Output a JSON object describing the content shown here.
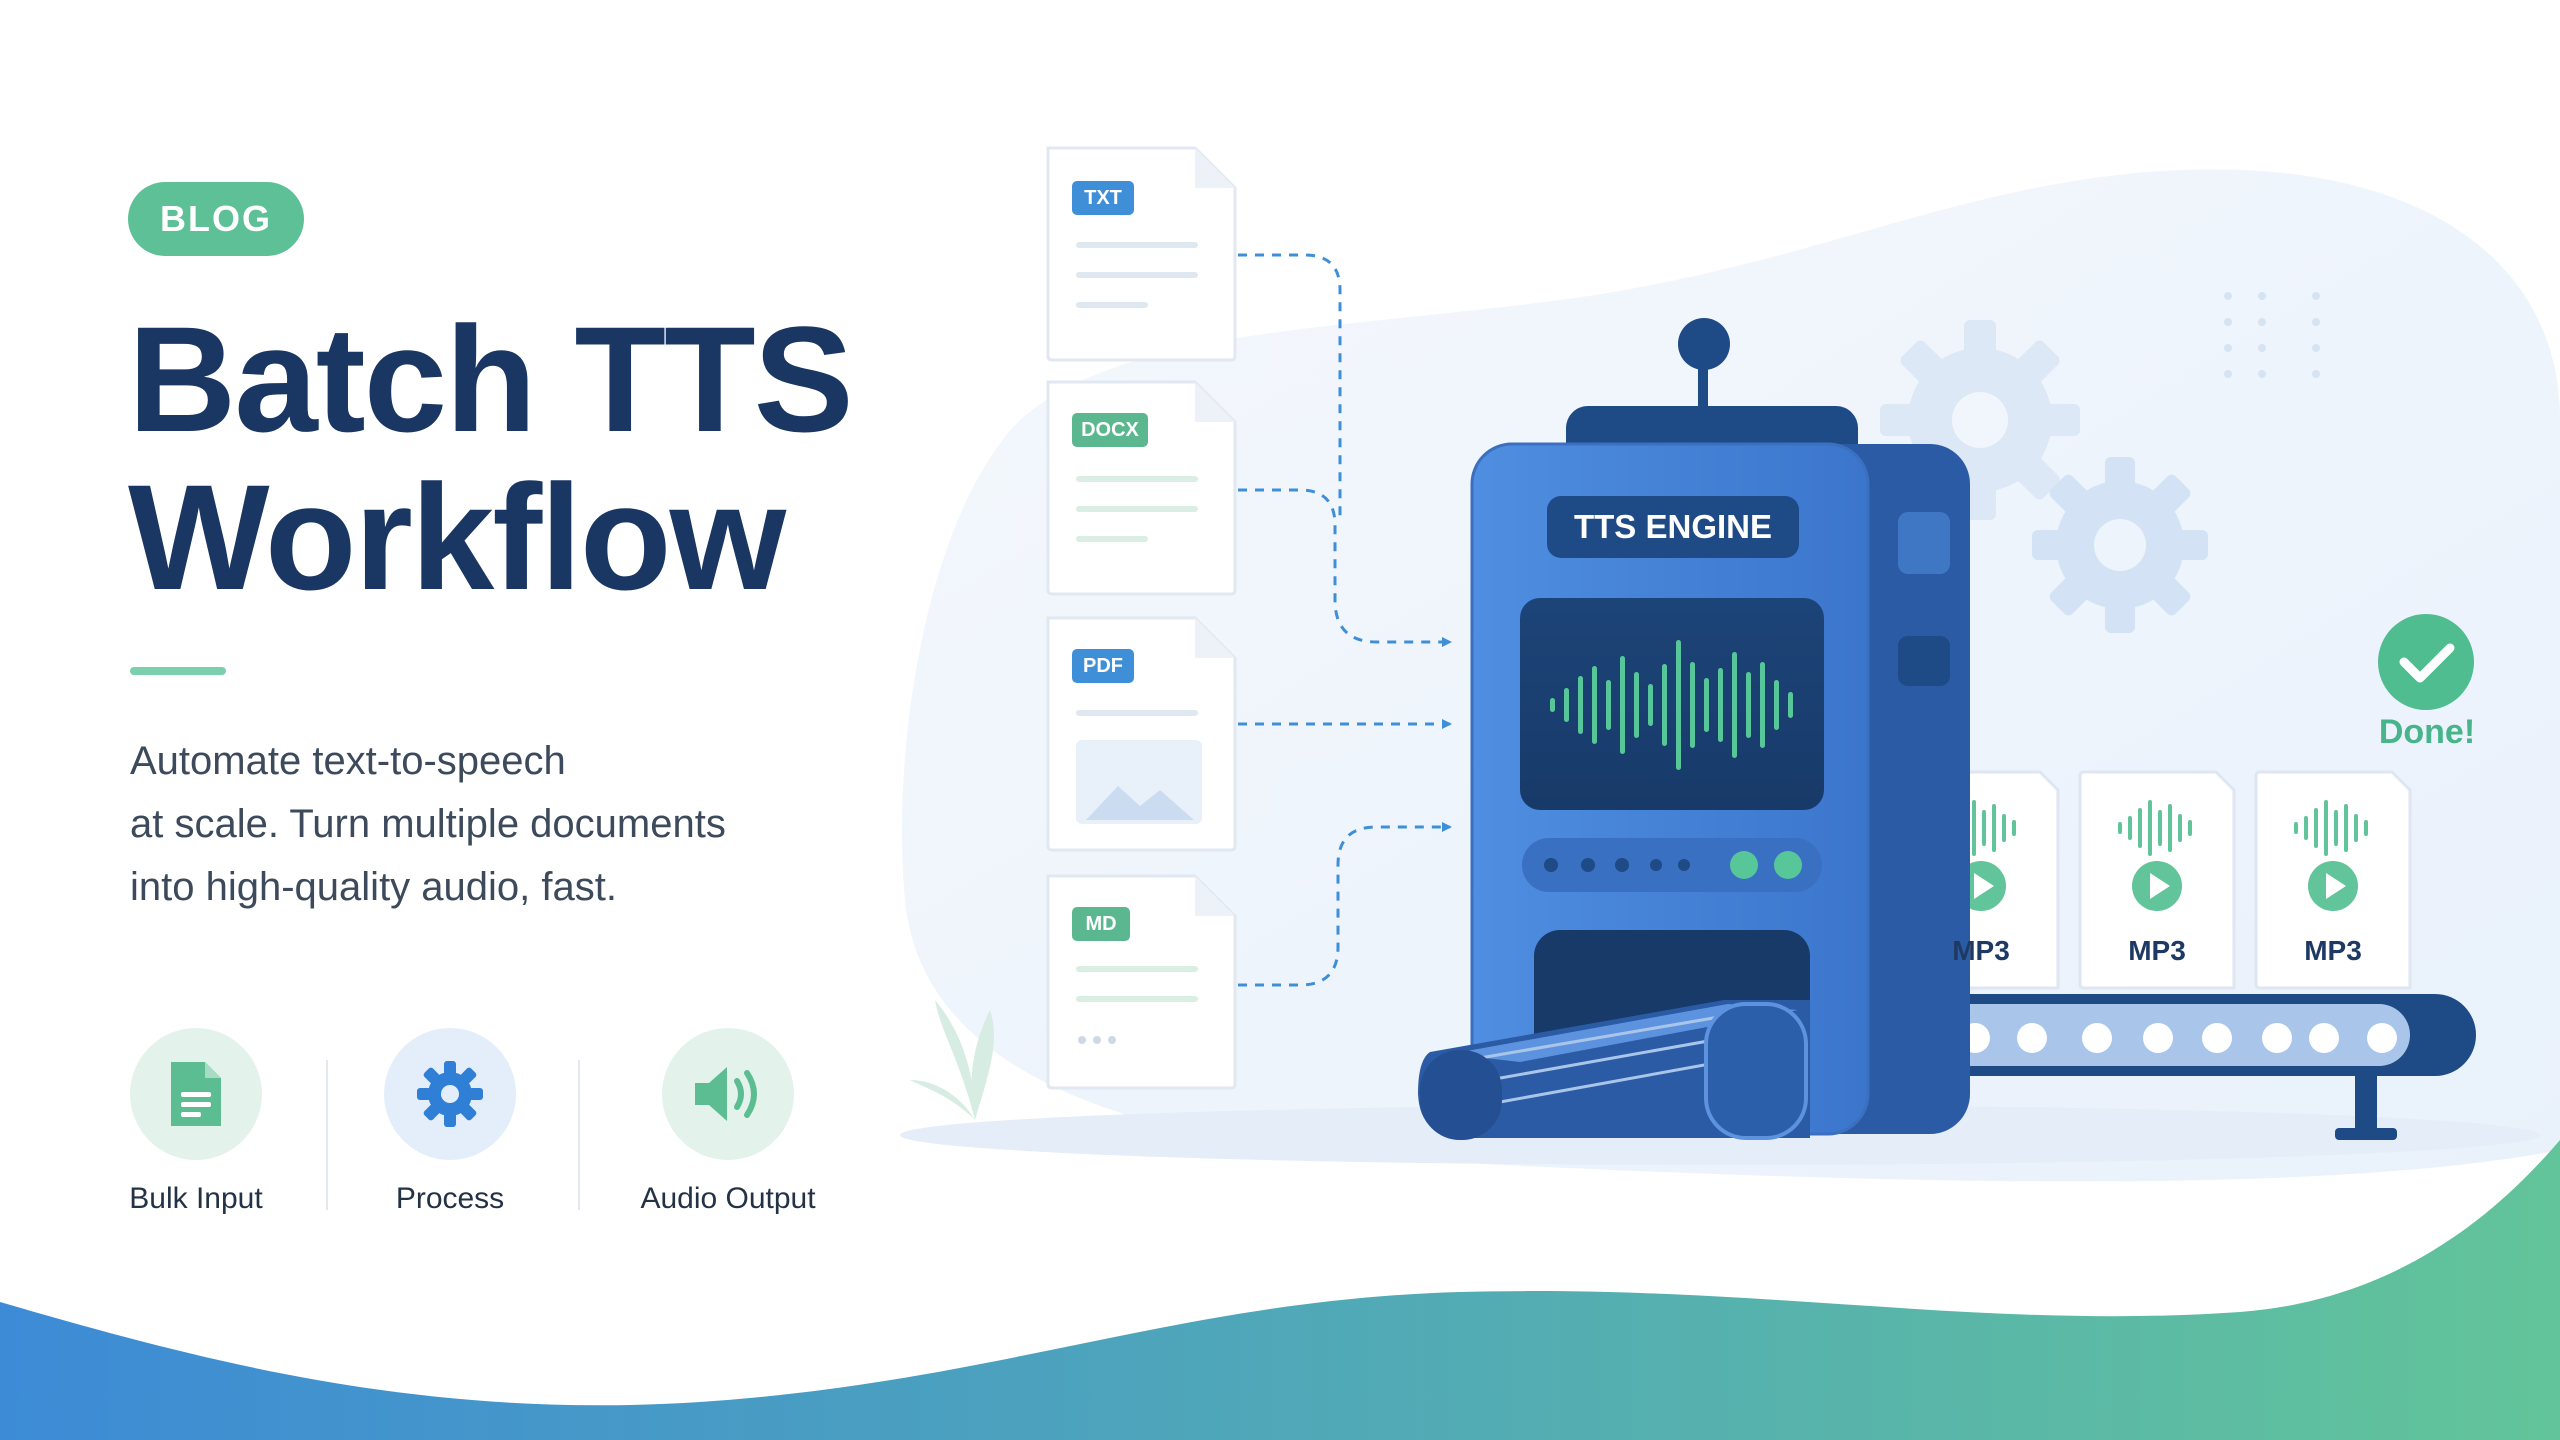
{
  "badge": "BLOG",
  "title": {
    "line1": "Batch TTS",
    "line2": "Workflow"
  },
  "description": {
    "line1": "Automate text-to-speech",
    "line2": "at scale. Turn multiple documents",
    "line3": "into high-quality audio, fast."
  },
  "features": [
    {
      "label": "Bulk Input",
      "icon": "document-icon"
    },
    {
      "label": "Process",
      "icon": "gear-icon"
    },
    {
      "label": "Audio Output",
      "icon": "speaker-icon"
    }
  ],
  "documents": [
    {
      "type": "TXT",
      "color": "#3f8fd8"
    },
    {
      "type": "DOCX",
      "color": "#5bb78f"
    },
    {
      "type": "PDF",
      "color": "#3f8fd8"
    },
    {
      "type": "MD",
      "color": "#5bb78f"
    }
  ],
  "engine": {
    "label": "TTS ENGINE"
  },
  "outputs": [
    {
      "label": "MP3"
    },
    {
      "label": "MP3"
    },
    {
      "label": "MP3"
    }
  ],
  "status": {
    "label": "Done!"
  },
  "colors": {
    "navy": "#1a3763",
    "green": "#5dc096",
    "blue": "#3f7fd0"
  }
}
